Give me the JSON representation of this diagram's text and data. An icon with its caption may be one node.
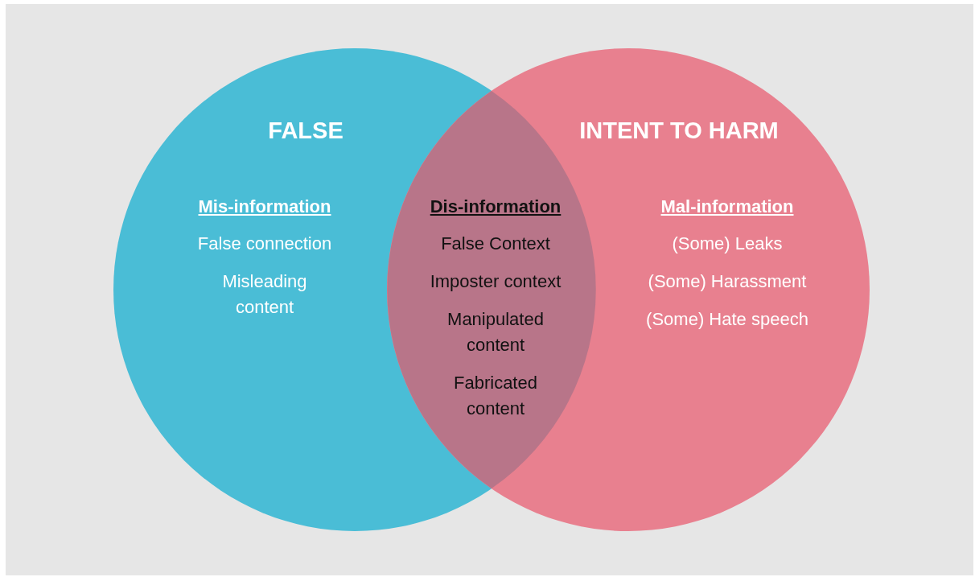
{
  "diagram": {
    "nodes": [
      {
        "text": [
          "FALSE",
          "Mis-information",
          "False connection",
          "Misleading content"
        ]
      },
      {
        "text": [
          "INTENT TO HARM",
          "Mal-information",
          "(Some) Leaks",
          "(Some) Harassment",
          "(Some) Hate speech"
        ]
      },
      {
        "text": [
          "Dis-information",
          "False Context",
          "Imposter context",
          "Manipulated content",
          "Fabricated content"
        ]
      }
    ]
  }
}
